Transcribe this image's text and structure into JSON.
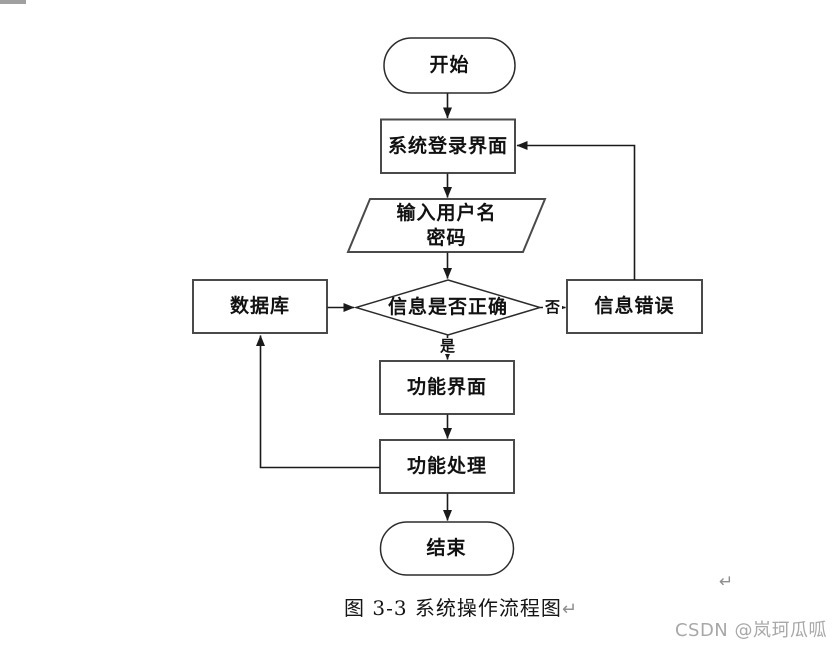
{
  "window": {
    "background": "#ffffff"
  },
  "diagram": {
    "title": "系统操作流程图",
    "nodes": {
      "start": {
        "label": "开始",
        "shape": "terminator"
      },
      "login": {
        "label": "系统登录界面",
        "shape": "process"
      },
      "input_credentials": {
        "line1": "输入用户名",
        "line2": "密码",
        "shape": "input-output"
      },
      "decision": {
        "label": "信息是否正确",
        "shape": "decision"
      },
      "database": {
        "label": "数据库",
        "shape": "process"
      },
      "info_error": {
        "label": "信息错误",
        "shape": "process"
      },
      "function_ui": {
        "label": "功能界面",
        "shape": "process"
      },
      "function_process": {
        "label": "功能处理",
        "shape": "process"
      },
      "end": {
        "label": "结束",
        "shape": "terminator"
      }
    },
    "edge_labels": {
      "yes": "是",
      "no": "否"
    },
    "colors": {
      "node_border": "#4a4a4a",
      "connector": "#1a1a1a",
      "text": "#111111"
    }
  },
  "caption": {
    "text": "图 3-3  系统操作流程图",
    "paragraph_mark": "↵"
  },
  "stray_paragraph_mark": "↵",
  "watermark": {
    "text": "CSDN @岚珂瓜呱",
    "color": "#a8a8a8"
  }
}
